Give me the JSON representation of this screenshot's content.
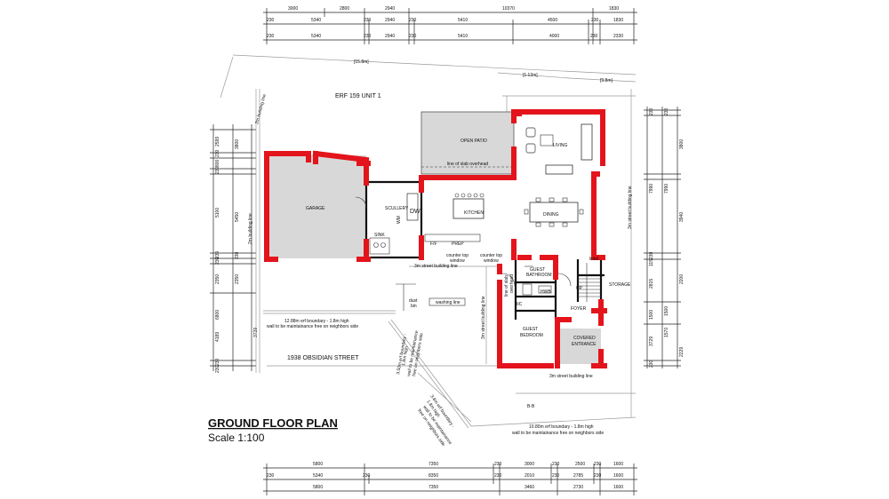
{
  "title": "GROUND FLOOR PLAN",
  "scale": "Scale 1:100",
  "plot_label": "ERF 159 UNIT 1",
  "street_label": "1938 OBSIDIAN STREET",
  "rooms": {
    "garage": "GARAGE",
    "scullery": "SCULLERY",
    "kitchen": "KITCHEN",
    "dining": "DINING",
    "living": "LIVING",
    "open_patio": "OPEN PATIO",
    "guest_bathroom_1": "GUEST",
    "guest_bathroom_2": "BATHROOM",
    "guest_bedroom_1": "GUEST",
    "guest_bedroom_2": "BEDROOM",
    "foyer": "FOYER",
    "covered_entrance_1": "COVERED",
    "covered_entrance_2": "ENTRANCE",
    "storage": "STORAGE",
    "bic": "BIC"
  },
  "fixtures": {
    "dw": "DW",
    "wm": "WM",
    "sink": "SINK",
    "ff": "F/F",
    "prep": "PREP",
    "hwb": "HWB",
    "up": "UP",
    "lintel": "lintel",
    "dust_bin_1": "dust",
    "dust_bin_2": "bin",
    "washing_line": "washing line"
  },
  "notes": {
    "slab_overhead": "line of slab overhead",
    "slab_overhead_v1": "line of slab",
    "slab_overhead_v2": "overhead",
    "counter_window_a1": "counter top",
    "counter_window_a2": "window",
    "counter_window_b1": "counter top",
    "counter_window_b2": "window",
    "street_building_line_1": "3m street building line",
    "street_building_line_2": "3m street building line",
    "street_building_line_v": "3m street building line",
    "building_line_left": "2m building line",
    "building_line_top_left": "2m building line",
    "building_line_right": "3m street building line",
    "boundary_left_1": "12.88m erf boundary - 1.8m high",
    "boundary_left_2": "wall to be maintainance free on neighbors side",
    "boundary_diag_1": "3.50m erf boundary -",
    "boundary_diag_2": "1.8m high",
    "boundary_diag_3": "wall to be maintainance",
    "boundary_diag_4": "free on neighbors side",
    "boundary_diag2_1": "3.8m erf boundary -",
    "boundary_diag2_2": "1.8m high",
    "boundary_diag2_3": "wall to be maintainance",
    "boundary_diag2_4": "free on neighbors side",
    "boundary_bottom_1": "10.80m erf boundary - 1.8m high",
    "boundary_bottom_2": "wall to be maintainance free on neighbors side",
    "section_mark": "B-B",
    "top_measure": "[15.8m]",
    "top_measure_2": "[1.12m]",
    "top_measure_3": "[9.8m]"
  },
  "dimensions": {
    "top_row_1": [
      "3000",
      "2800",
      "2940",
      "10370",
      "1830"
    ],
    "top_row_2": [
      "230",
      "5340",
      "230",
      "2940",
      "230",
      "5410",
      "4500",
      "230",
      "1830"
    ],
    "top_row_3": [
      "230",
      "5340",
      "230",
      "2940",
      "230",
      "5410",
      "4000",
      "230",
      "2330"
    ],
    "bottom_row_1": [
      "5800",
      "7350",
      "230",
      "3000",
      "230",
      "2500",
      "230",
      "1600"
    ],
    "bottom_row_2": [
      "230",
      "5340",
      "230",
      "8350",
      "230",
      "2010",
      "230",
      "2785",
      "230",
      "1600"
    ],
    "bottom_row_3": [
      "5800",
      "7350",
      "3460",
      "2730",
      "1600"
    ],
    "left_col_1": [
      "2599",
      "230",
      "800",
      "230",
      "5100",
      "230",
      "230",
      "2350",
      "6800",
      "4189",
      "230",
      "230"
    ],
    "left_col_2": [
      "3800",
      "5450",
      "230",
      "2350",
      "3729"
    ],
    "right_col_1": [
      "230",
      "230",
      "7990",
      "230",
      "115",
      "2815",
      "1500",
      "115",
      "3729",
      "230"
    ],
    "right_col_2": [
      "3800",
      "3940",
      "2200",
      "1500",
      "1570",
      "2229"
    ]
  }
}
